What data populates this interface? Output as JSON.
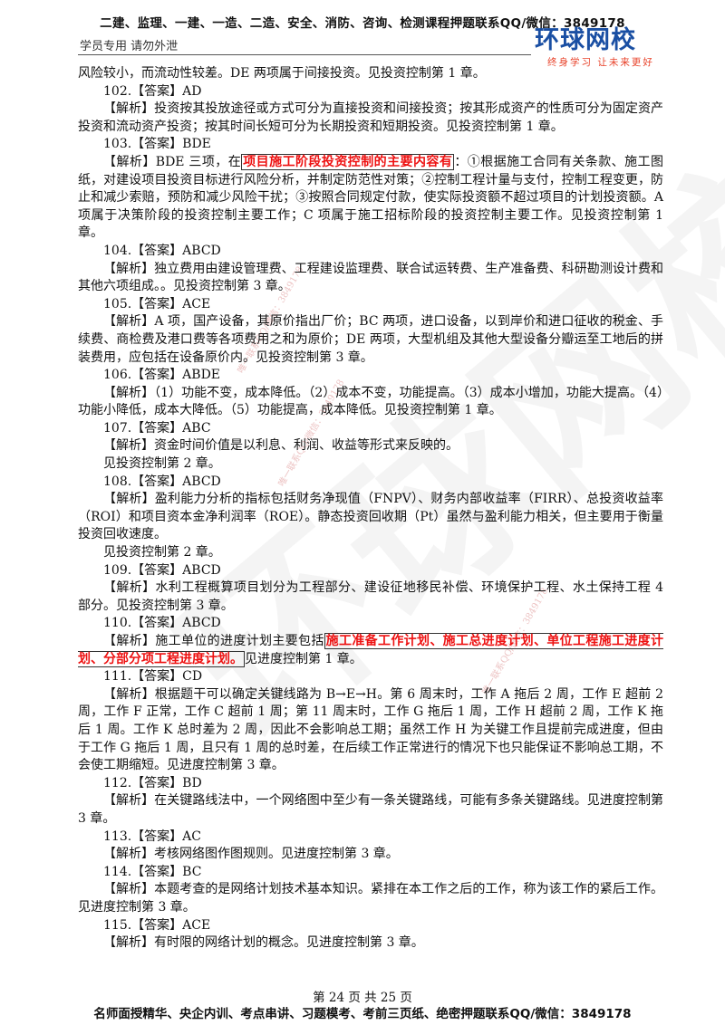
{
  "header": {
    "top_line": "二建、监理、一建、一造、二造、安全、消防、咨询、检测课程押题联系QQ/微信：3849178",
    "left_note": "学员专用 请勿外泄",
    "logo_main": "环球网校",
    "logo_sub": "终身学习 让未来更好"
  },
  "watermark": {
    "big": "环球网校",
    "small_1": "唯一联系QQ/微信：3849178",
    "small_2": "唯一联系QQ/微信：3849178",
    "small_3": "唯一联系QQ/微信：3849178"
  },
  "lines": [
    {
      "kind": "cont",
      "text": "风险较小，而流动性较差。DE 两项属于间接投资。见投资控制第 1 章。"
    },
    {
      "kind": "para",
      "text": "102.【答案】AD"
    },
    {
      "kind": "para",
      "text": "【解析】投资按其投放途径或方式可分为直接投资和间接投资；按其形成资产的性质可分为固定资产投资和流动资产投资；按其时间长短可分为长期投资和短期投资。见投资控制第 1 章。"
    },
    {
      "kind": "para",
      "text": "103.【答案】BDE"
    },
    {
      "kind": "hl",
      "pre": "【解析】BDE 三项，在",
      "hl": "项目施工阶段投资控制的主要内容有",
      "post": "：①根据施工合同有关条款、施工图纸，对建设项目投资目标进行风险分析，并制定防范性对策；②控制工程计量与支付，控制工程变更，防止和减少索赔，预防和减少风险干扰；③按照合同规定付款，使实际投资额不超过项目的计划投资额。A 项属于决策阶段的投资控制主要工作；C 项属于施工招标阶段的投资控制主要工作。见投资控制第 1 章。"
    },
    {
      "kind": "para",
      "text": "104.【答案】ABCD"
    },
    {
      "kind": "para",
      "text": "【解析】独立费用由建设管理费、工程建设监理费、联合试运转费、生产准备费、科研勘测设计费和其他六项组成。。见投资控制第 3 章。"
    },
    {
      "kind": "para",
      "text": "105.【答案】ACE"
    },
    {
      "kind": "para",
      "text": "【解析】A 项，国产设备，其原价指出厂价；BC 两项，进口设备，以到岸价和进口征收的税金、手续费、商检费及港口费等各项费用之和为原价；DE 两项，大型机组及其他大型设备分瓣运至工地后的拼装费用，应包括在设备原价内。见投资控制第 3 章。"
    },
    {
      "kind": "para",
      "text": "106.【答案】ABDE"
    },
    {
      "kind": "para",
      "text": "【解析】（1）功能不变，成本降低。（2）成本不变，功能提高。（3）成本小增加，功能大提高。（4）功能小降低，成本大降低。（5）功能提高，成本降低。见投资控制第 1 章。"
    },
    {
      "kind": "para",
      "text": "107.【答案】ABC"
    },
    {
      "kind": "para",
      "text": "【解析】资金时间价值是以利息、利润、收益等形式来反映的。"
    },
    {
      "kind": "para",
      "text": "见投资控制第 2 章。"
    },
    {
      "kind": "para",
      "text": "108.【答案】ABCD"
    },
    {
      "kind": "para",
      "text": "【解析】盈利能力分析的指标包括财务净现值（FNPV）、财务内部收益率（FIRR）、总投资收益率（ROI）和项目资本金净利润率（ROE）。静态投资回收期（Pt）虽然与盈利能力相关，但主要用于衡量投资回收速度。"
    },
    {
      "kind": "para",
      "text": "见投资控制第 2 章。"
    },
    {
      "kind": "para",
      "text": "109.【答案】ABCD"
    },
    {
      "kind": "para",
      "text": "【解析】水利工程概算项目划分为工程部分、建设征地移民补偿、环境保护工程、水土保持工程 4 部分。见投资控制第 3 章。"
    },
    {
      "kind": "para",
      "text": "110.【答案】ABCD"
    },
    {
      "kind": "hl",
      "pre": "【解析】施工单位的进度计划主要包括",
      "hl": "施工准备工作计划、施工总进度计划、单位工程施工进度计划、分部分项工程进度计划。",
      "post": "见进度控制第 1 章。"
    },
    {
      "kind": "para",
      "text": "111.【答案】CD"
    },
    {
      "kind": "para",
      "text": "【解析】根据题干可以确定关键线路为 B→E→H。第 6 周末时，工作 A 拖后 2 周，工作 E 超前 2 周，工作 F 正常，工作 C 超前 1 周；第 11 周末时，工作 G 拖后 1 周，工作 H 超前 2 周，工作 K 拖后 1 周。工作 K 总时差为 2 周，因此不会影响总工期；虽然工作 H 为关键工作且提前完成进度，但由于工作 G 拖后 1 周，且只有 1 周的总时差，在后续工作正常进行的情况下也只能保证不影响总工期，不会使工期缩短。见进度控制第 3 章。"
    },
    {
      "kind": "para",
      "text": "112.【答案】BD"
    },
    {
      "kind": "para",
      "text": "【解析】在关键路线法中，一个网络图中至少有一条关键路线，可能有多条关键路线。见进度控制第 3 章。"
    },
    {
      "kind": "para",
      "text": "113.【答案】AC"
    },
    {
      "kind": "para",
      "text": "【解析】考核网络图作图规则。见进度控制第 3 章。"
    },
    {
      "kind": "para",
      "text": "114.【答案】BC"
    },
    {
      "kind": "para",
      "text": "【解析】本题考查的是网络计划技术基本知识。紧排在本工作之后的工作，称为该工作的紧后工作。见进度控制第 3 章。"
    },
    {
      "kind": "para",
      "text": "115.【答案】ACE"
    },
    {
      "kind": "para",
      "text": "【解析】有时限的网络计划的概念。见进度控制第 3 章。"
    }
  ],
  "footer": {
    "page": "第 24 页 共 25 页",
    "bottom_line": "名师面授精华、央企内训、考点串讲、习题模考、考前三页纸、绝密押题联系QQ/微信：3849178"
  }
}
